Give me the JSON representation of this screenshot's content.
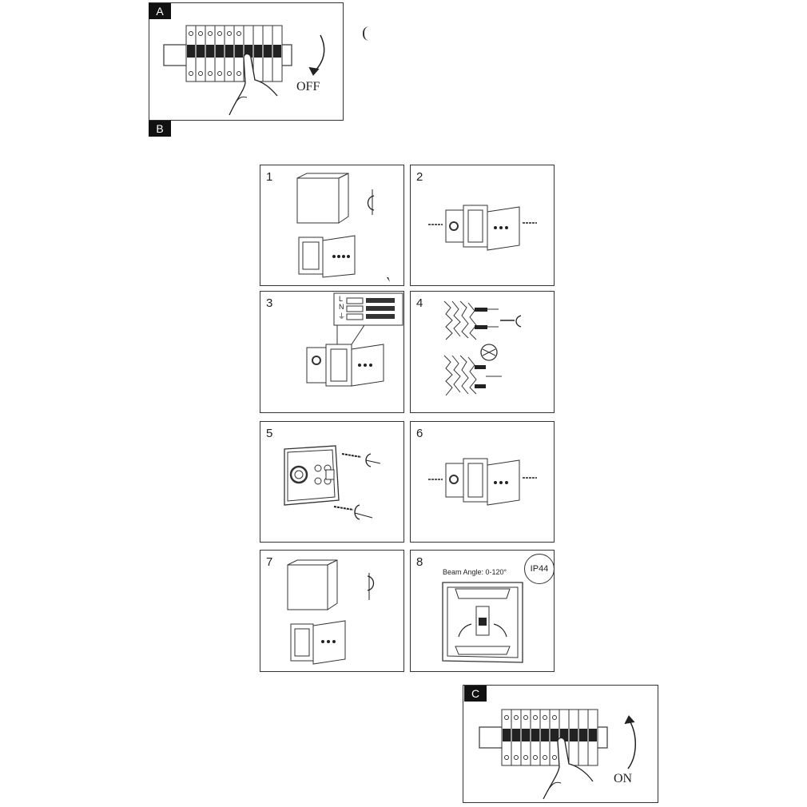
{
  "section_labels": {
    "a": "A",
    "b": "B",
    "c": "C"
  },
  "breaker_off": {
    "label": "OFF"
  },
  "breaker_on": {
    "label": "ON"
  },
  "steps": [
    {
      "number": "1"
    },
    {
      "number": "2"
    },
    {
      "number": "3",
      "terminal_labels": [
        "L",
        "N",
        "⏚"
      ]
    },
    {
      "number": "4"
    },
    {
      "number": "5"
    },
    {
      "number": "6"
    },
    {
      "number": "7"
    },
    {
      "number": "8",
      "beam_angle": "Beam Angle: 0-120°",
      "ip_rating": "IP44"
    }
  ]
}
